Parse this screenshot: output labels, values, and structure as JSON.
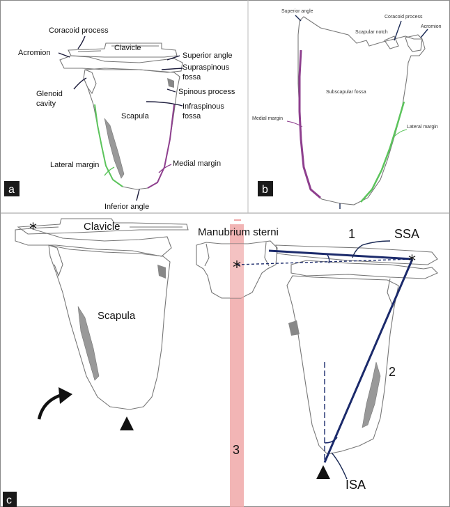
{
  "panel_a": {
    "tag": "a",
    "labels": {
      "coracoid_process": "Coracoid process",
      "clavicle": "Clavicle",
      "acromion": "Acromion",
      "superior_angle": "Superior angle",
      "supraspinous_fossa_1": "Supraspinous",
      "supraspinous_fossa_2": "fossa",
      "glenoid_cavity_1": "Glenoid",
      "glenoid_cavity_2": "cavity",
      "spinous_process": "Spinous process",
      "scapula": "Scapula",
      "infraspinous_fossa_1": "Infraspinous",
      "infraspinous_fossa_2": "fossa",
      "lateral_margin": "Lateral margin",
      "medial_margin": "Medial margin",
      "inferior_angle": "Inferior angle"
    }
  },
  "panel_b": {
    "tag": "b",
    "labels": {
      "superior_angle": "Superior angle",
      "scapular_notch": "Scapular notch",
      "coracoid_process": "Coracoid process",
      "acromion": "Acromion",
      "subscapular_fossa": "Subscapular fossa",
      "medial_margin": "Medial margin",
      "lateral_margin": "Lateral margin"
    }
  },
  "panel_c": {
    "tag": "c",
    "labels": {
      "clavicle": "Clavicle",
      "scapula": "Scapula",
      "manubrium_sterni": "Manubrium sterni",
      "marker_1": "1",
      "marker_2": "2",
      "marker_3": "3",
      "ssa": "SSA",
      "isa": "ISA"
    }
  },
  "colors": {
    "lateral_margin": "#5cc45c",
    "medial_margin": "#8e3f8e",
    "angle_lines": "#1b2a6b",
    "spine_band": "#f0a8a8",
    "panel_tag": "#1a1a1a",
    "frame": "#888888"
  }
}
